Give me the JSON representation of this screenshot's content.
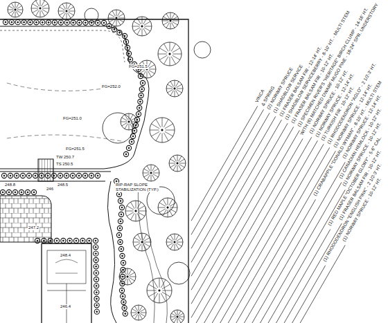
{
  "diagram": {
    "labels": [
      "VINCA",
      "& SPRING",
      "(2) NORWAY SPRUCE",
      "(1) SHADBLOW SERVICE",
      "(1) FRASER BALSAM FIR - 12-14' HT.",
      "(1) SHADBLOW SERVICEBERRY - 8-10' HT. - MULTI STEM",
      "(1) FRASER BALSAM FIR - 10-12' HT.",
      "(1) SPECIMEN RIVER'S \"HERITAGE\" BIRCH CLUMP - 14-16' HT.",
      "WITH (6) MATCHED DWARF MUGO PINE - 18-24\" SPR. UNDERSTORY",
      "(1) NORWAY SPRUCE - 10-12' HT.",
      "(1) NORWAY SPRUCE - 12-14' HT.",
      "(1) TURKISH FIR - 10-12' HT.",
      "(1) RHODODENDRON \"AGLO\" - 2 1/2-3' HT.",
      "(1) NORWAY SPRUCE - 12-14' HT.",
      "(1) CRABAPPLE \"DONALD WYMAN\" - 8-10' HT. - MULTI STEM",
      "(1) NORWAY SPRUCE - 12-14' HT.",
      "(1) CANADIAN HEMLOCK - 10-12' HT.",
      "(1) NORWAY SPRUCE - 10-12' HT.",
      "(1) RED MAPLE \"OCTOBER GLORY\" - 5-6\" CAL.",
      "(1) FRASER BALSAM FIR - 10-12' HT.",
      "(1) RHODODENDRON \"ENGLISH PINK\" - 2 1/2-3' HT.",
      "(1) NORWAY SPRUCE - 10-12' HT.",
      "FG=251.5",
      "FG=252.0",
      "FG=251.0",
      "FG=251.5",
      "TW 250.7",
      "TS 250.5",
      "248.5",
      "248.8",
      "246",
      "247.2",
      "248.4",
      "246.4",
      "RIP-RAP SLOPE STABILIZATION (TYP.)"
    ]
  }
}
